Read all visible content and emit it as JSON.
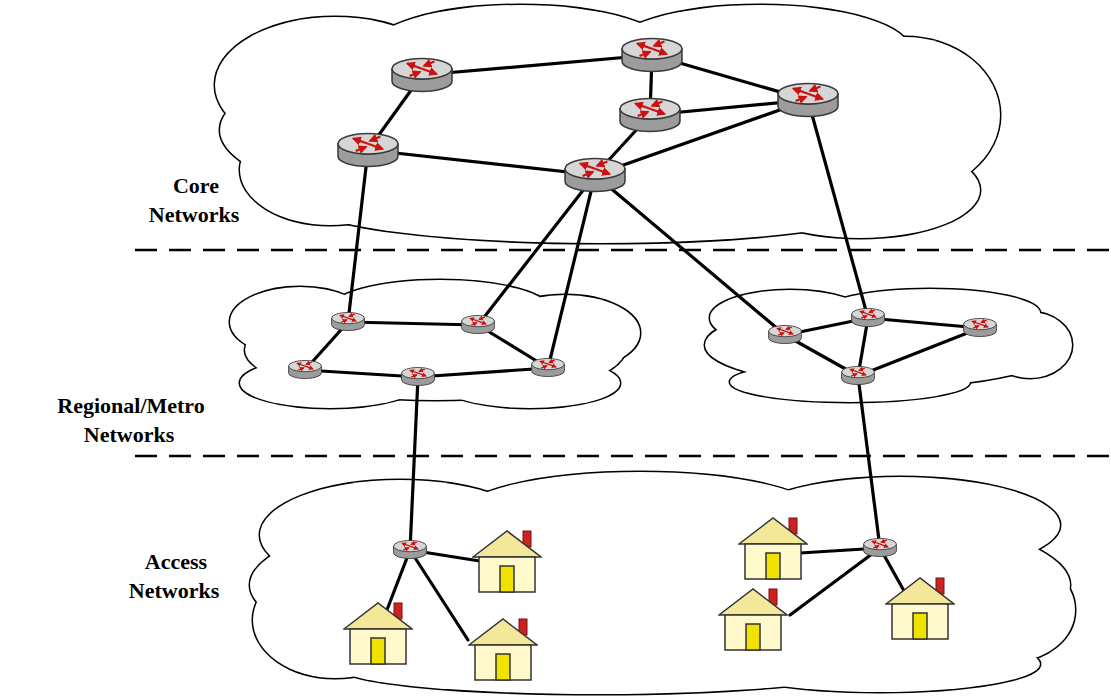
{
  "diagram": {
    "labels": [
      "Core Networks",
      "Regional/Metro Networks",
      "Access Networks"
    ]
  }
}
